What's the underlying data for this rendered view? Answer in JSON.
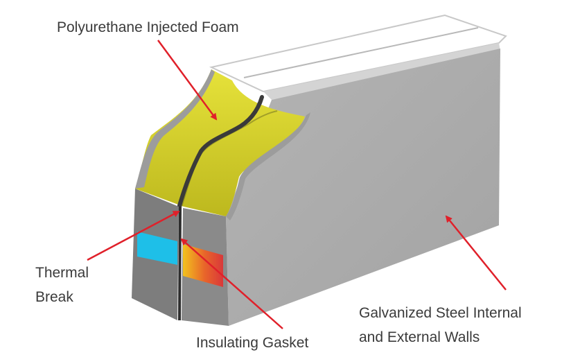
{
  "labels": {
    "foam": "Polyurethane Injected Foam",
    "thermal_break": [
      "Thermal",
      "Break"
    ],
    "gasket": "Insulating Gasket",
    "walls": [
      "Galvanized Steel Internal",
      "and External Walls"
    ]
  },
  "colors": {
    "steel": "#a9a9a9",
    "steel_dark": "#8e8e8e",
    "foam": "#d8d42a",
    "gasket_cold": "#1ebfe8",
    "gasket_hot": "#e8642a",
    "arrow": "#e0202a"
  }
}
